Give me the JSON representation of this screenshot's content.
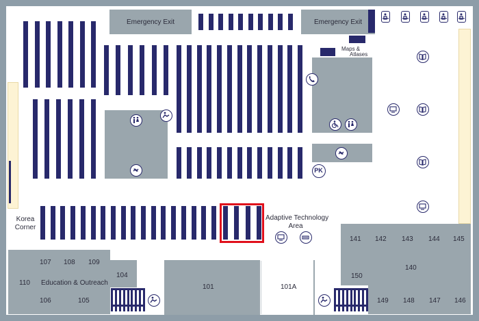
{
  "labels": {
    "emergency_exit_left": "Emergency Exit",
    "emergency_exit_right": "Emergency Exit",
    "maps_atlases_line1": "Maps &",
    "maps_atlases_line2": "Atlases",
    "korea_corner_line1": "Korea",
    "korea_corner_line2": "Corner",
    "adaptive_tech_line1": "Adaptive Technology",
    "adaptive_tech_line2": "Area",
    "education_outreach": "Education & Outreach",
    "pk_badge": "PK"
  },
  "rooms": {
    "r101": "101",
    "r101a": "101A",
    "r104": "104",
    "r105": "105",
    "r106": "106",
    "r107": "107",
    "r108": "108",
    "r109": "109",
    "r110": "110",
    "r140": "140",
    "r141": "141",
    "r142": "142",
    "r143": "143",
    "r144": "144",
    "r145": "145",
    "r146": "146",
    "r147": "147",
    "r148": "148",
    "r149": "149",
    "r150": "150"
  },
  "colors": {
    "border": "#8e9da8",
    "room_fill": "#9aa6ad",
    "shelf": "#28296b",
    "highlight": "#e0101c",
    "window_strip": "#fdf3d4"
  },
  "icons": [
    "restroom-icon",
    "elevator-icon",
    "telephone-icon",
    "wheelchair-icon",
    "reading-study-icon",
    "book-icon",
    "computer-icon",
    "scanner-icon",
    "pk-badge-icon",
    "stairs-person-icon"
  ]
}
